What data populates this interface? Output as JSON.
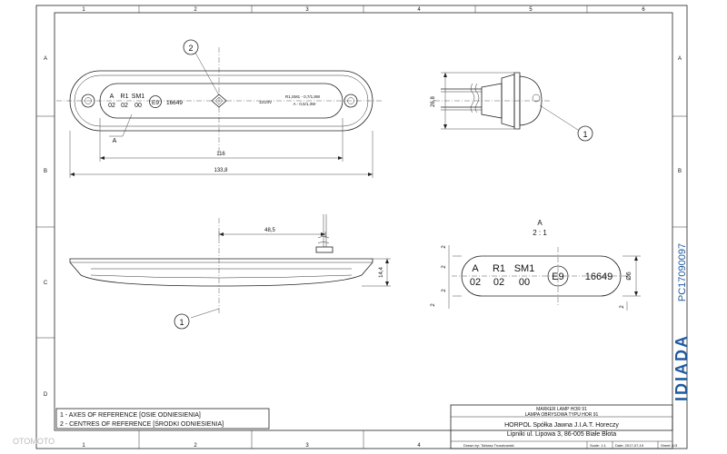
{
  "frame": {
    "columns": [
      "1",
      "2",
      "3",
      "4",
      "5",
      "6"
    ],
    "rows": [
      "A",
      "B",
      "C",
      "D"
    ]
  },
  "top_view": {
    "lens_text": {
      "row1": [
        "A",
        "R1",
        "SM1"
      ],
      "row2": [
        "02",
        "02",
        "00"
      ],
      "approval_mark": "E9",
      "approval_number": "16649",
      "voltage": "12/24V",
      "rating1": "R1,SM1 - 0,7/1,8W",
      "rating2": "A - 0,5/1,3W"
    },
    "detail_label": "A",
    "dim_inner": "116",
    "dim_overall": "133,8",
    "balloon_callout": "2"
  },
  "side_view": {
    "dim_height": "26,8",
    "balloon_callout": "1"
  },
  "front_view": {
    "dim_offset": "48,5",
    "dim_height": "14,4",
    "balloon_callout": "1"
  },
  "detail_view": {
    "title": "A",
    "scale": "2 : 1",
    "row1": [
      "A",
      "R1",
      "SM1"
    ],
    "row2": [
      "02",
      "02",
      "00"
    ],
    "approval_mark": "E9",
    "approval_number": "16649",
    "dim_diameter": "Ø6",
    "dim_small": [
      "2",
      "2",
      "2",
      "2",
      "2"
    ]
  },
  "notes": [
    "1 - AXES OF REFERENCE [OSIE ODNIESIENIA]",
    "2 - CENTRES OF REFERENCE [ŚRODKI ODNIESIENIA]"
  ],
  "title_block": {
    "title_en": "MARKER LAMP HOR 91",
    "title_pl": "LAMPA OBRYSOWA TYPU HOR 91",
    "company": "HORPOL Spółka Jawna   J.I.A.T. Horeczy",
    "address": "Lipniki ul. Lipowa 3, 86-005 Białe Błota",
    "drawn_by": "Drawn by: Tobiasz Truszkowski",
    "scale": "Scale: 1:1",
    "date": "Date: 2017-07-19",
    "sheet": "Sheet: 1/3"
  },
  "side_code": "PC17090097",
  "brand": "IDIADA",
  "watermark": "OTOMOTO"
}
